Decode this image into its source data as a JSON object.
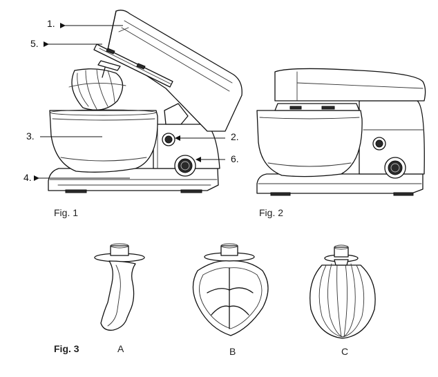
{
  "fig1": {
    "caption": "Fig. 1",
    "callouts": [
      "1.",
      "5.",
      "3.",
      "4.",
      "2.",
      "6."
    ]
  },
  "fig2": {
    "caption": "Fig. 2"
  },
  "fig3": {
    "caption": "Fig. 3",
    "attachments": [
      "A",
      "B",
      "C"
    ]
  }
}
